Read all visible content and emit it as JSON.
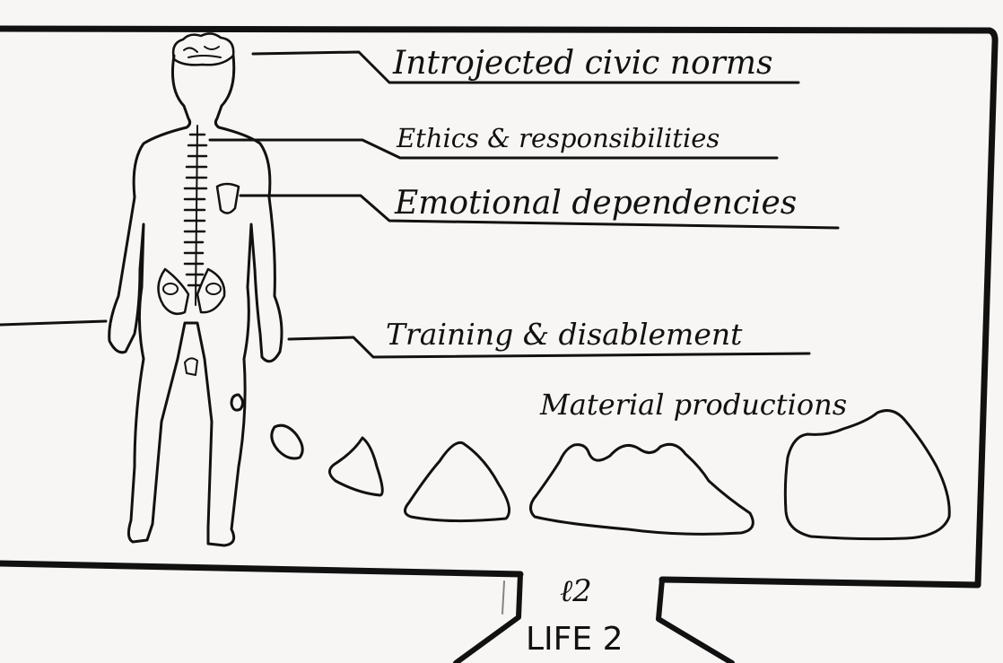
{
  "labels": {
    "civic_norms": "Introjected civic norms",
    "ethics": "Ethics & responsibilities",
    "emotional": "Emotional dependencies",
    "training": "Training & disablement",
    "material": "Material productions"
  },
  "footer": {
    "monogram": "ℓ2",
    "title": "LIFE 2"
  },
  "colors": {
    "ink": "#111111",
    "paper": "#f7f6f4"
  }
}
